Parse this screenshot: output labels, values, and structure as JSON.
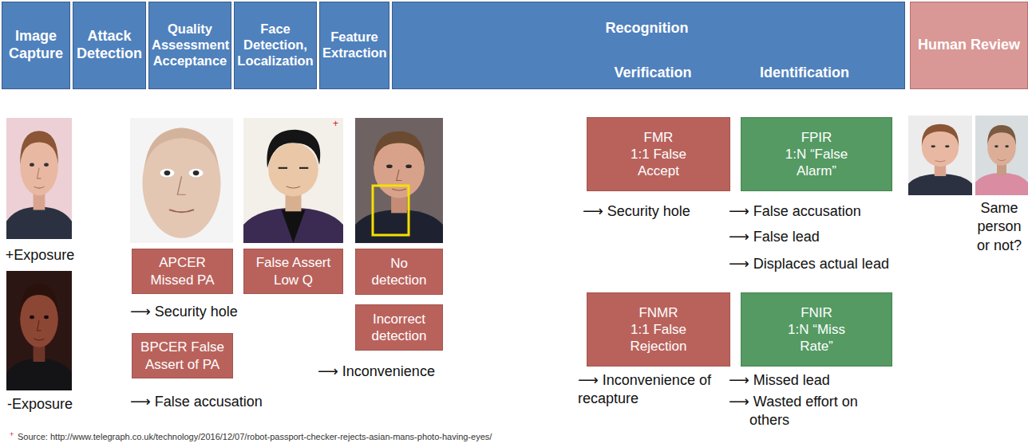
{
  "diagram": {
    "nodes": [
      {
        "text": [
          "Image Capture"
        ]
      },
      {
        "text": [
          "Attack Detection"
        ]
      },
      {
        "text": [
          "Quality Assessment Acceptance"
        ]
      },
      {
        "text": [
          "Face Detection, Localization"
        ]
      },
      {
        "text": [
          "Feature Extraction"
        ]
      },
      {
        "text": [
          "Recognition",
          "Verification",
          "Identification"
        ]
      },
      {
        "text": [
          "Human Review"
        ]
      },
      {
        "text": [
          "FMR",
          "1:1 False Accept"
        ]
      },
      {
        "text": [
          "FPIR",
          "1:N “False Alarm”"
        ]
      },
      {
        "text": [
          "APCER",
          "Missed PA"
        ]
      },
      {
        "text": [
          "False Assert Low Q"
        ]
      },
      {
        "text": [
          "No detection"
        ]
      },
      {
        "text": [
          "Incorrect detection"
        ]
      },
      {
        "text": [
          "FNMR",
          "1:1 False Rejection"
        ]
      },
      {
        "text": [
          "FNIR",
          "1:N “Miss Rate”"
        ]
      },
      {
        "text": [
          "BPCER False Assert of PA"
        ]
      }
    ],
    "labels": [
      "+Exposure",
      "-Exposure",
      "⟶ Security hole",
      "⟶ False accusation",
      "+",
      "⟶ Inconvenience",
      "⟶ Security hole",
      "⟶ False accusation",
      "⟶ False lead",
      "⟶ Displaces actual lead",
      "⟶ Inconvenience of recapture",
      "⟶ Missed lead",
      "⟶ Wasted effort on others",
      "Same person or not?",
      "+",
      "Source: http://www.telegraph.co.uk/technology/2016/12/07/robot-passport-checker-rejects-asian-mans-photo-having-eyes/"
    ]
  }
}
